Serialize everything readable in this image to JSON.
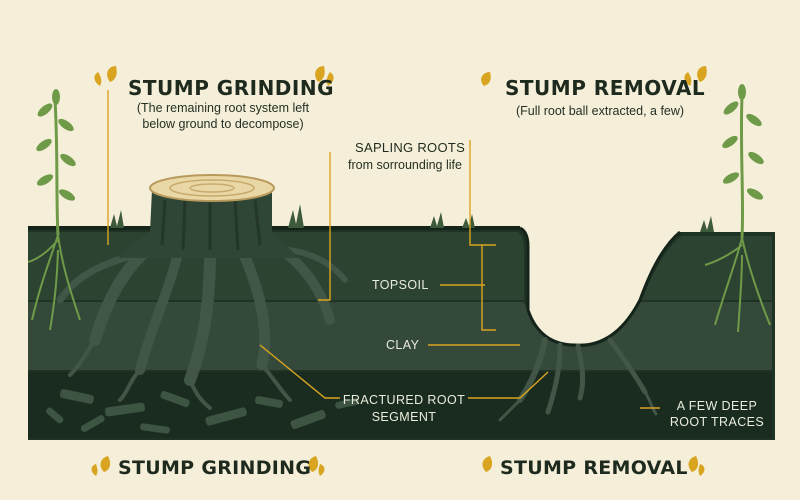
{
  "left_panel": {
    "title": "STUMP GRINDING",
    "note_line1": "(The remaining root system left",
    "note_line2": "below ground to decompose)"
  },
  "right_panel": {
    "title": "STUMP REMOVAL",
    "note": "(Full root ball extracted, a few)"
  },
  "labels": {
    "sapling_roots": "SAPLING ROOTS",
    "sapling_sub": "from sorrounding life",
    "topsoil": "TOPSOIL",
    "clay": "CLAY",
    "fractured_line1": "FRACTURED ROOT",
    "fractured_line2": "SEGMENT",
    "deep_line1": "A FEW DEEP",
    "deep_line2": "ROOT TRACES"
  },
  "footer": {
    "left": "STUMP GRINDING",
    "right": "STUMP REMOVAL"
  },
  "colors": {
    "background": "#f5efd9",
    "soil_dark": "#1f3325",
    "soil_mid": "#2c4332",
    "clay": "#3a4f3b",
    "root": "#3f5443",
    "accent_gold": "#d9a521",
    "plant_green": "#6f9a48"
  }
}
